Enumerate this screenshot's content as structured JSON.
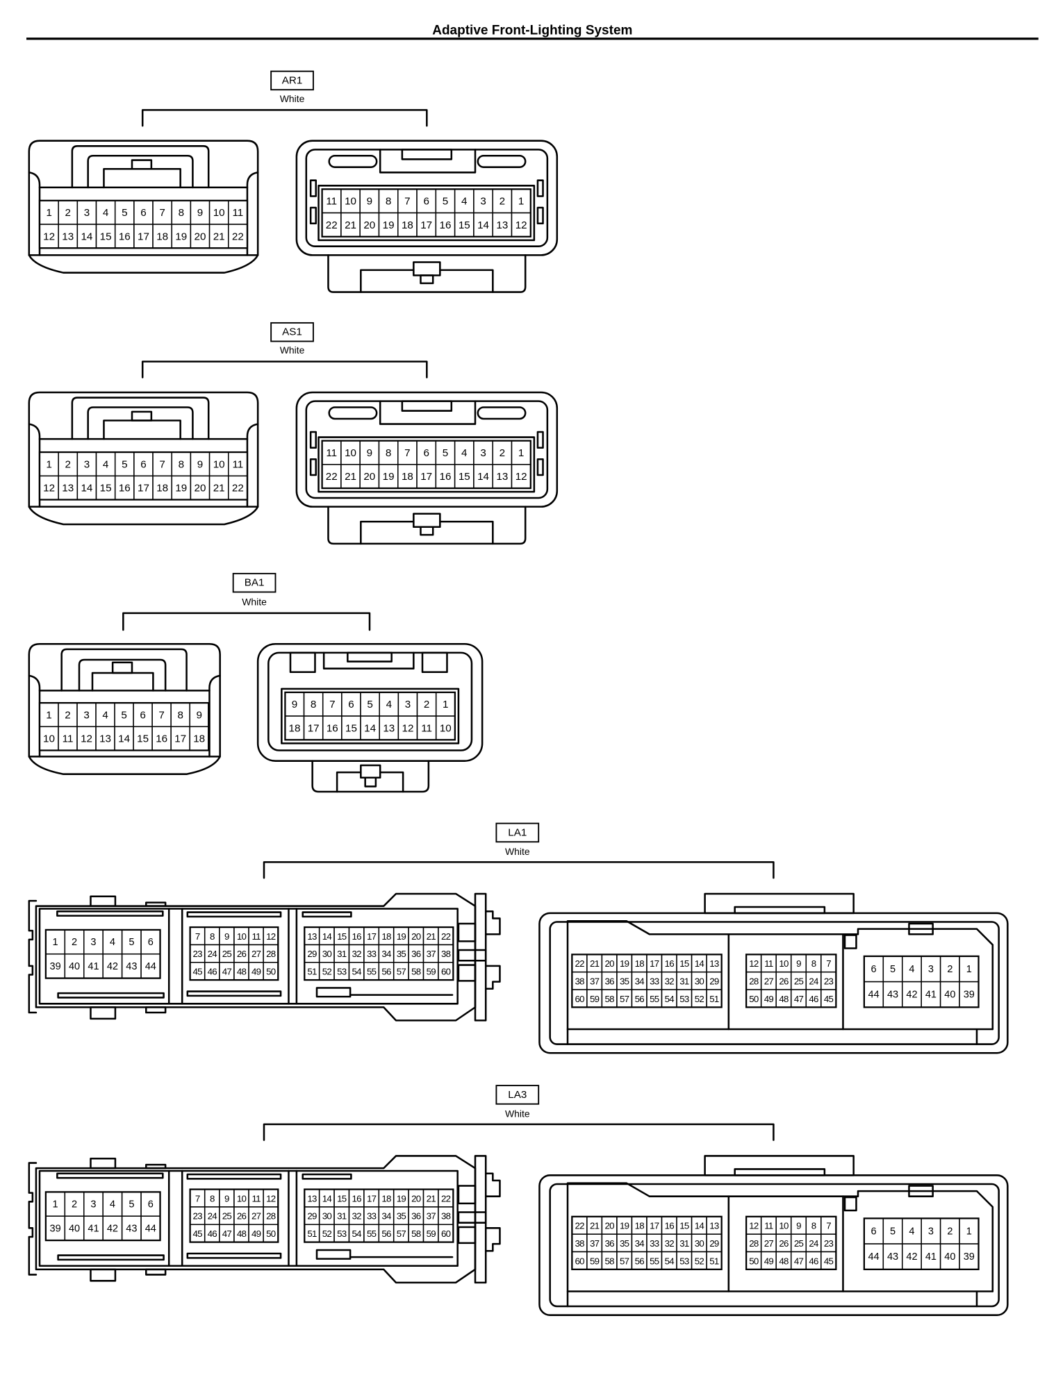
{
  "page": {
    "title": "Adaptive Front-Lighting System"
  },
  "connectors": [
    {
      "code": "AR1",
      "color": "White",
      "views": [
        {
          "blocks": [
            [
              [
                1,
                2,
                3,
                4,
                5,
                6,
                7,
                8,
                9,
                10,
                11
              ],
              [
                12,
                13,
                14,
                15,
                16,
                17,
                18,
                19,
                20,
                21,
                22
              ]
            ]
          ]
        },
        {
          "blocks": [
            [
              [
                11,
                10,
                9,
                8,
                7,
                6,
                5,
                4,
                3,
                2,
                1
              ],
              [
                22,
                21,
                20,
                19,
                18,
                17,
                16,
                15,
                14,
                13,
                12
              ]
            ]
          ]
        }
      ]
    },
    {
      "code": "AS1",
      "color": "White",
      "views": [
        {
          "blocks": [
            [
              [
                1,
                2,
                3,
                4,
                5,
                6,
                7,
                8,
                9,
                10,
                11
              ],
              [
                12,
                13,
                14,
                15,
                16,
                17,
                18,
                19,
                20,
                21,
                22
              ]
            ]
          ]
        },
        {
          "blocks": [
            [
              [
                11,
                10,
                9,
                8,
                7,
                6,
                5,
                4,
                3,
                2,
                1
              ],
              [
                22,
                21,
                20,
                19,
                18,
                17,
                16,
                15,
                14,
                13,
                12
              ]
            ]
          ]
        }
      ]
    },
    {
      "code": "BA1",
      "color": "White",
      "views": [
        {
          "blocks": [
            [
              [
                1,
                2,
                3,
                4,
                5,
                6,
                7,
                8,
                9
              ],
              [
                10,
                11,
                12,
                13,
                14,
                15,
                16,
                17,
                18
              ]
            ]
          ]
        },
        {
          "blocks": [
            [
              [
                9,
                8,
                7,
                6,
                5,
                4,
                3,
                2,
                1
              ],
              [
                18,
                17,
                16,
                15,
                14,
                13,
                12,
                11,
                10
              ]
            ]
          ]
        }
      ]
    },
    {
      "code": "LA1",
      "color": "White",
      "views": [
        {
          "blocks": [
            [
              [
                1,
                2,
                3,
                4,
                5,
                6
              ],
              [
                39,
                40,
                41,
                42,
                43,
                44
              ]
            ],
            [
              [
                7,
                8,
                9,
                10,
                11,
                12
              ],
              [
                23,
                24,
                25,
                26,
                27,
                28
              ],
              [
                45,
                46,
                47,
                48,
                49,
                50
              ]
            ],
            [
              [
                13,
                14,
                15,
                16,
                17,
                18,
                19,
                20,
                21,
                22
              ],
              [
                29,
                30,
                31,
                32,
                33,
                34,
                35,
                36,
                37,
                38
              ],
              [
                51,
                52,
                53,
                54,
                55,
                56,
                57,
                58,
                59,
                60
              ]
            ]
          ]
        },
        {
          "blocks": [
            [
              [
                22,
                21,
                20,
                19,
                18,
                17,
                16,
                15,
                14,
                13
              ],
              [
                38,
                37,
                36,
                35,
                34,
                33,
                32,
                31,
                30,
                29
              ],
              [
                60,
                59,
                58,
                57,
                56,
                55,
                54,
                53,
                52,
                51
              ]
            ],
            [
              [
                12,
                11,
                10,
                9,
                8,
                7
              ],
              [
                28,
                27,
                26,
                25,
                24,
                23
              ],
              [
                50,
                49,
                48,
                47,
                46,
                45
              ]
            ],
            [
              [
                6,
                5,
                4,
                3,
                2,
                1
              ],
              [
                44,
                43,
                42,
                41,
                40,
                39
              ]
            ]
          ]
        }
      ]
    },
    {
      "code": "LA3",
      "color": "White",
      "views": [
        {
          "blocks": [
            [
              [
                1,
                2,
                3,
                4,
                5,
                6
              ],
              [
                39,
                40,
                41,
                42,
                43,
                44
              ]
            ],
            [
              [
                7,
                8,
                9,
                10,
                11,
                12
              ],
              [
                23,
                24,
                25,
                26,
                27,
                28
              ],
              [
                45,
                46,
                47,
                48,
                49,
                50
              ]
            ],
            [
              [
                13,
                14,
                15,
                16,
                17,
                18,
                19,
                20,
                21,
                22
              ],
              [
                29,
                30,
                31,
                32,
                33,
                34,
                35,
                36,
                37,
                38
              ],
              [
                51,
                52,
                53,
                54,
                55,
                56,
                57,
                58,
                59,
                60
              ]
            ]
          ]
        },
        {
          "blocks": [
            [
              [
                22,
                21,
                20,
                19,
                18,
                17,
                16,
                15,
                14,
                13
              ],
              [
                38,
                37,
                36,
                35,
                34,
                33,
                32,
                31,
                30,
                29
              ],
              [
                60,
                59,
                58,
                57,
                56,
                55,
                54,
                53,
                52,
                51
              ]
            ],
            [
              [
                12,
                11,
                10,
                9,
                8,
                7
              ],
              [
                28,
                27,
                26,
                25,
                24,
                23
              ],
              [
                50,
                49,
                48,
                47,
                46,
                45
              ]
            ],
            [
              [
                6,
                5,
                4,
                3,
                2,
                1
              ],
              [
                44,
                43,
                42,
                41,
                40,
                39
              ]
            ]
          ]
        }
      ]
    }
  ]
}
